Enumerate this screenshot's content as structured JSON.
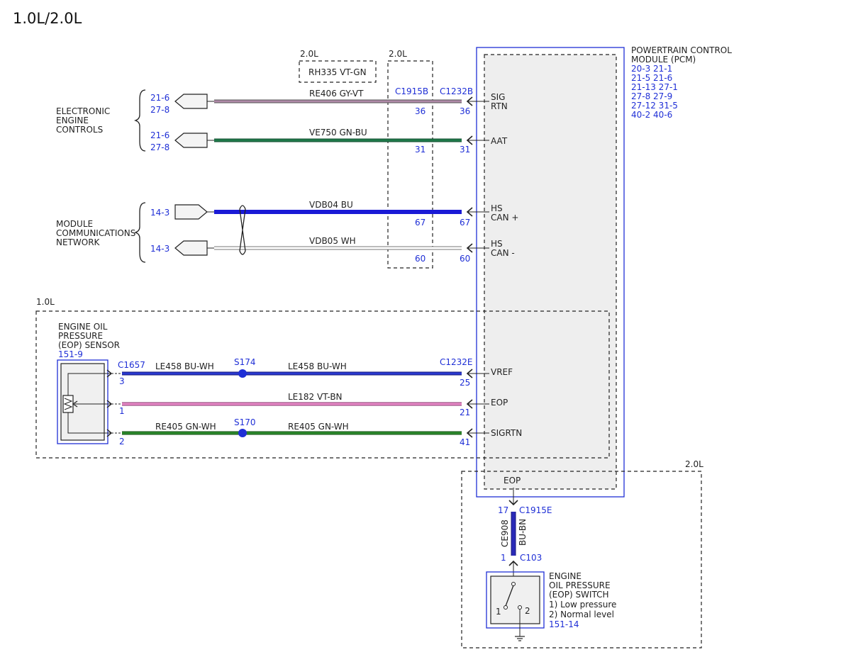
{
  "title": "1.0L/2.0L",
  "colors": {
    "ref_blue": "#1f2fd6",
    "text": "#222222",
    "module_fill": "#eeeeee",
    "wire_gy_vt": "#b08aa8",
    "wire_gn_bu": "#1f7a4a",
    "wire_bu": "#1a1ad6",
    "wire_wh": "#cccccc",
    "wire_bu_wh": "#2a3ad0",
    "wire_vt_bn": "#e88ac8",
    "wire_gn_wh": "#2c8a2c",
    "wire_bu_bn": "#2a2ab8"
  },
  "pcm": {
    "name": [
      "POWERTRAIN CONTROL",
      "MODULE (PCM)"
    ],
    "refs": [
      "20-3   21-1",
      "21-5   21-6",
      "21-13 27-1",
      "27-8   27-9",
      "27-12 31-5",
      "40-2   40-6"
    ],
    "pins": {
      "sig_rtn": [
        "SIG",
        "RTN"
      ],
      "aat": "AAT",
      "hs_can_plus": [
        "HS",
        "CAN +"
      ],
      "hs_can_minus": [
        "HS",
        "CAN -"
      ],
      "vref": "VREF",
      "eop": "EOP",
      "sigrtn": "SIGRTN",
      "eop_bottom": "EOP"
    }
  },
  "groups": {
    "electronic_engine_controls": [
      "ELECTRONIC",
      "ENGINE",
      "CONTROLS"
    ],
    "module_communications_network": [
      "MODULE",
      "COMMUNICATIONS",
      "NETWORK"
    ]
  },
  "variants": {
    "rh335_box": "2.0L",
    "c1915b_box": "2.0L",
    "eop_sensor_box": "1.0L",
    "eop_switch_box": "2.0L"
  },
  "rh335_label": "RH335  VT-GN",
  "connectors": {
    "c1915b": "C1915B",
    "c1232b": "C1232B",
    "c1657": "C1657",
    "c1232e": "C1232E",
    "c1915e": "C1915E",
    "c103": "C103"
  },
  "wires": {
    "re406": {
      "label": "RE406  GY-VT",
      "refs": [
        "21-6",
        "27-8"
      ],
      "pin_mid": "36",
      "pin_end": "36"
    },
    "ve750": {
      "label": "VE750  GN-BU",
      "refs": [
        "21-6",
        "27-8"
      ],
      "pin_mid": "31",
      "pin_end": "31"
    },
    "vdb04": {
      "label": "VDB04  BU",
      "ref": "14-3",
      "pin_mid": "67",
      "pin_end": "67"
    },
    "vdb05": {
      "label": "VDB05  WH",
      "ref": "14-3",
      "pin_mid": "60",
      "pin_end": "60"
    },
    "le458_a": {
      "label": "LE458  BU-WH",
      "pin_start": "3"
    },
    "le458_b": {
      "label": "LE458  BU-WH",
      "pin_end": "25"
    },
    "le182": {
      "label": "LE182  VT-BN",
      "pin_start": "1",
      "pin_end": "21"
    },
    "re405_a": {
      "label": "RE405  GN-WH",
      "pin_start": "2"
    },
    "re405_b": {
      "label": "RE405  GN-WH",
      "pin_end": "41"
    },
    "ce908": {
      "code": "CE908",
      "color": "BU-BN",
      "pin_top": "17",
      "pin_bottom": "1"
    }
  },
  "splices": {
    "s174": "S174",
    "s170": "S170"
  },
  "eop_sensor": {
    "name": [
      "ENGINE OIL",
      "PRESSURE",
      "(EOP) SENSOR"
    ],
    "ref": "151-9"
  },
  "eop_switch": {
    "name": [
      "ENGINE",
      "OIL PRESSURE",
      "(EOP) SWITCH",
      "1) Low pressure",
      "2) Normal level"
    ],
    "ref": "151-14",
    "pin1": "1",
    "pin2": "2"
  }
}
